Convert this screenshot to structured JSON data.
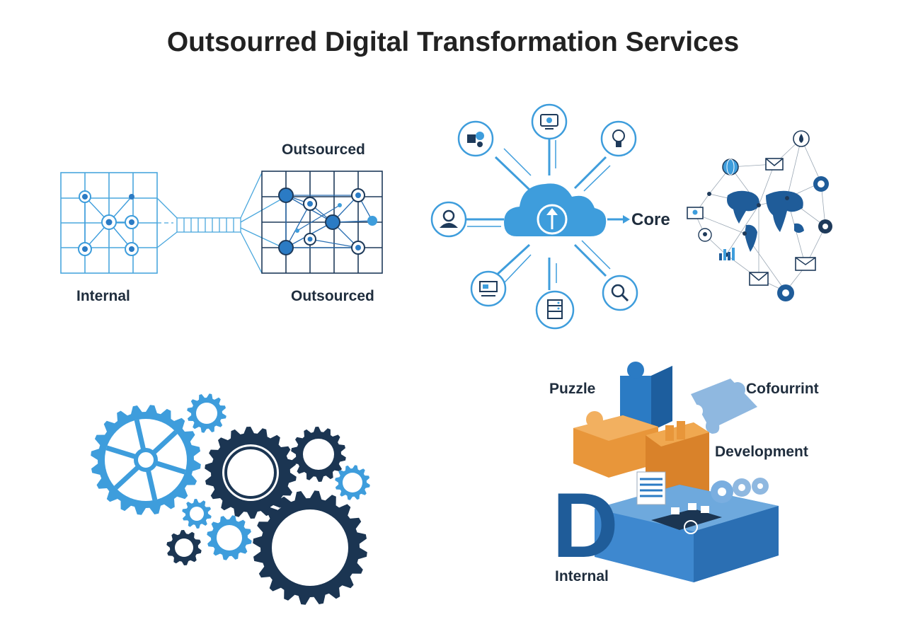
{
  "title": "Outsourred Digital Transformation Services",
  "panel_network": {
    "label_top": "Outsourced",
    "label_internal": "Internal",
    "label_outsourced": "Outsourced"
  },
  "panel_cloud": {
    "label_core": "Core",
    "icons": [
      "monitor-icon",
      "lightbulb-icon",
      "search-icon",
      "server-icon",
      "presentation-icon",
      "user-icon",
      "shapes-icon",
      "upload-cloud-icon"
    ]
  },
  "panel_world": {
    "icons": [
      "globe-icon",
      "mail-icon",
      "water-drop-icon",
      "gear-icon",
      "chart-icon",
      "monitor-icon",
      "id-card-icon"
    ]
  },
  "panel_puzzle": {
    "label_puzzle": "Puzzle",
    "label_cofourrint": "Cofourrint",
    "label_development": "Development",
    "label_internal": "Internal",
    "letter": "D"
  },
  "colors": {
    "light_blue": "#3e9ddc",
    "mid_blue": "#2b7bc4",
    "navy": "#1b3552",
    "orange": "#e8963a",
    "pale_blue": "#8fb8e0"
  }
}
